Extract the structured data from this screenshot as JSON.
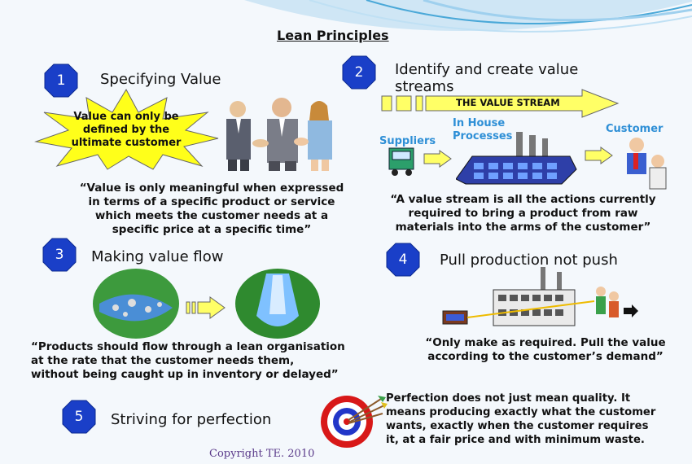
{
  "title": "Lean Principles",
  "sections": {
    "s1": {
      "number": "1",
      "heading": "Specifying Value",
      "starburst": [
        "Value can only be",
        "defined by the",
        "ultimate customer"
      ],
      "quote": [
        "“Value is only meaningful when expressed",
        "in terms of a specific product or service",
        "which meets the customer needs at a",
        "specific price at a specific time”"
      ]
    },
    "s2": {
      "number": "2",
      "heading": [
        "Identify and create value",
        "streams"
      ],
      "arrow_label": "THE VALUE STREAM",
      "suppliers": "Suppliers",
      "in_house": [
        "In House",
        "Processes"
      ],
      "customer": "Customer",
      "quote": [
        "“A value stream is all the actions currently",
        "required to bring a product from raw",
        "materials into the arms of the customer”"
      ]
    },
    "s3": {
      "number": "3",
      "heading": "Making value flow",
      "quote": [
        "“Products should flow through a lean organisation",
        "at the rate that the customer needs them,",
        "without being caught up in inventory or delayed”"
      ]
    },
    "s4": {
      "number": "4",
      "heading": "Pull production not push",
      "quote": [
        "“Only make as required. Pull the value",
        "according to the customer’s demand”"
      ]
    },
    "s5": {
      "number": "5",
      "heading": "Striving for perfection",
      "text": [
        "Perfection does not just mean quality. It",
        "means producing exactly what the customer",
        "wants, exactly when the customer requires",
        "it, at a fair price and with minimum waste."
      ]
    }
  },
  "copyright": "Copyright TE. 2010",
  "colors": {
    "badge": "#1a3fc8",
    "starburst": "#ffff1a",
    "arrow": "#ffff66",
    "label_blue": "#2e8fd6",
    "background": "#f4f8fc",
    "swoosh": "#4aa8d8"
  }
}
